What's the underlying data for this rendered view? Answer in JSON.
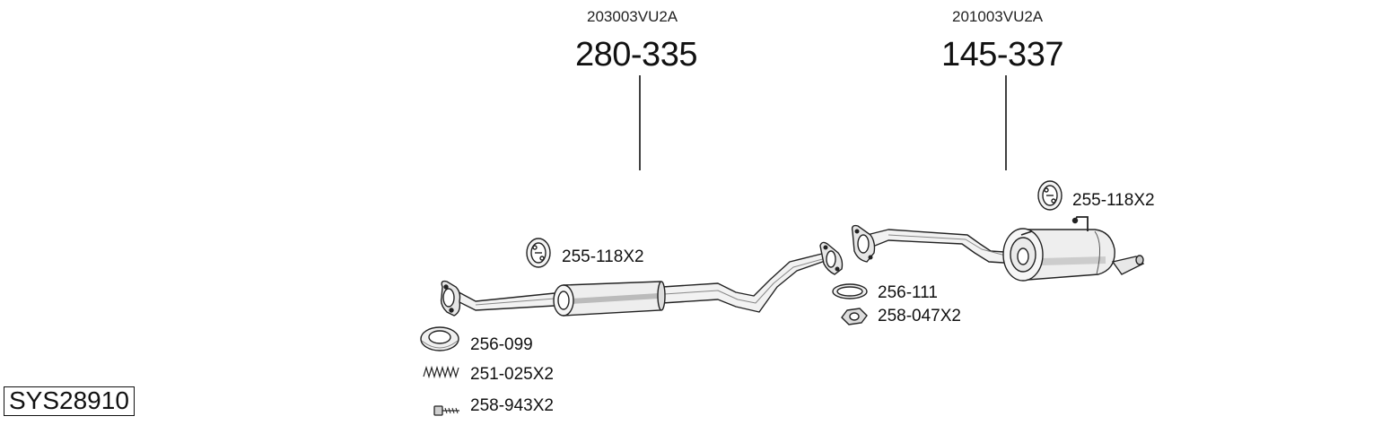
{
  "system_code": "SYS28910",
  "assemblies": [
    {
      "oem_number": "203003VU2A",
      "part_number": "280-335"
    },
    {
      "oem_number": "201003VU2A",
      "part_number": "145-337"
    }
  ],
  "parts": [
    {
      "number": "255-118X2",
      "icon": "rubber-hanger-icon"
    },
    {
      "number": "255-118X2",
      "icon": "rubber-hanger-icon"
    },
    {
      "number": "256-111",
      "icon": "gasket-ring-icon"
    },
    {
      "number": "258-047X2",
      "icon": "hex-nut-icon"
    },
    {
      "number": "256-099",
      "icon": "flange-gasket-icon"
    },
    {
      "number": "251-025X2",
      "icon": "spring-icon"
    },
    {
      "number": "258-943X2",
      "icon": "bolt-icon"
    }
  ]
}
